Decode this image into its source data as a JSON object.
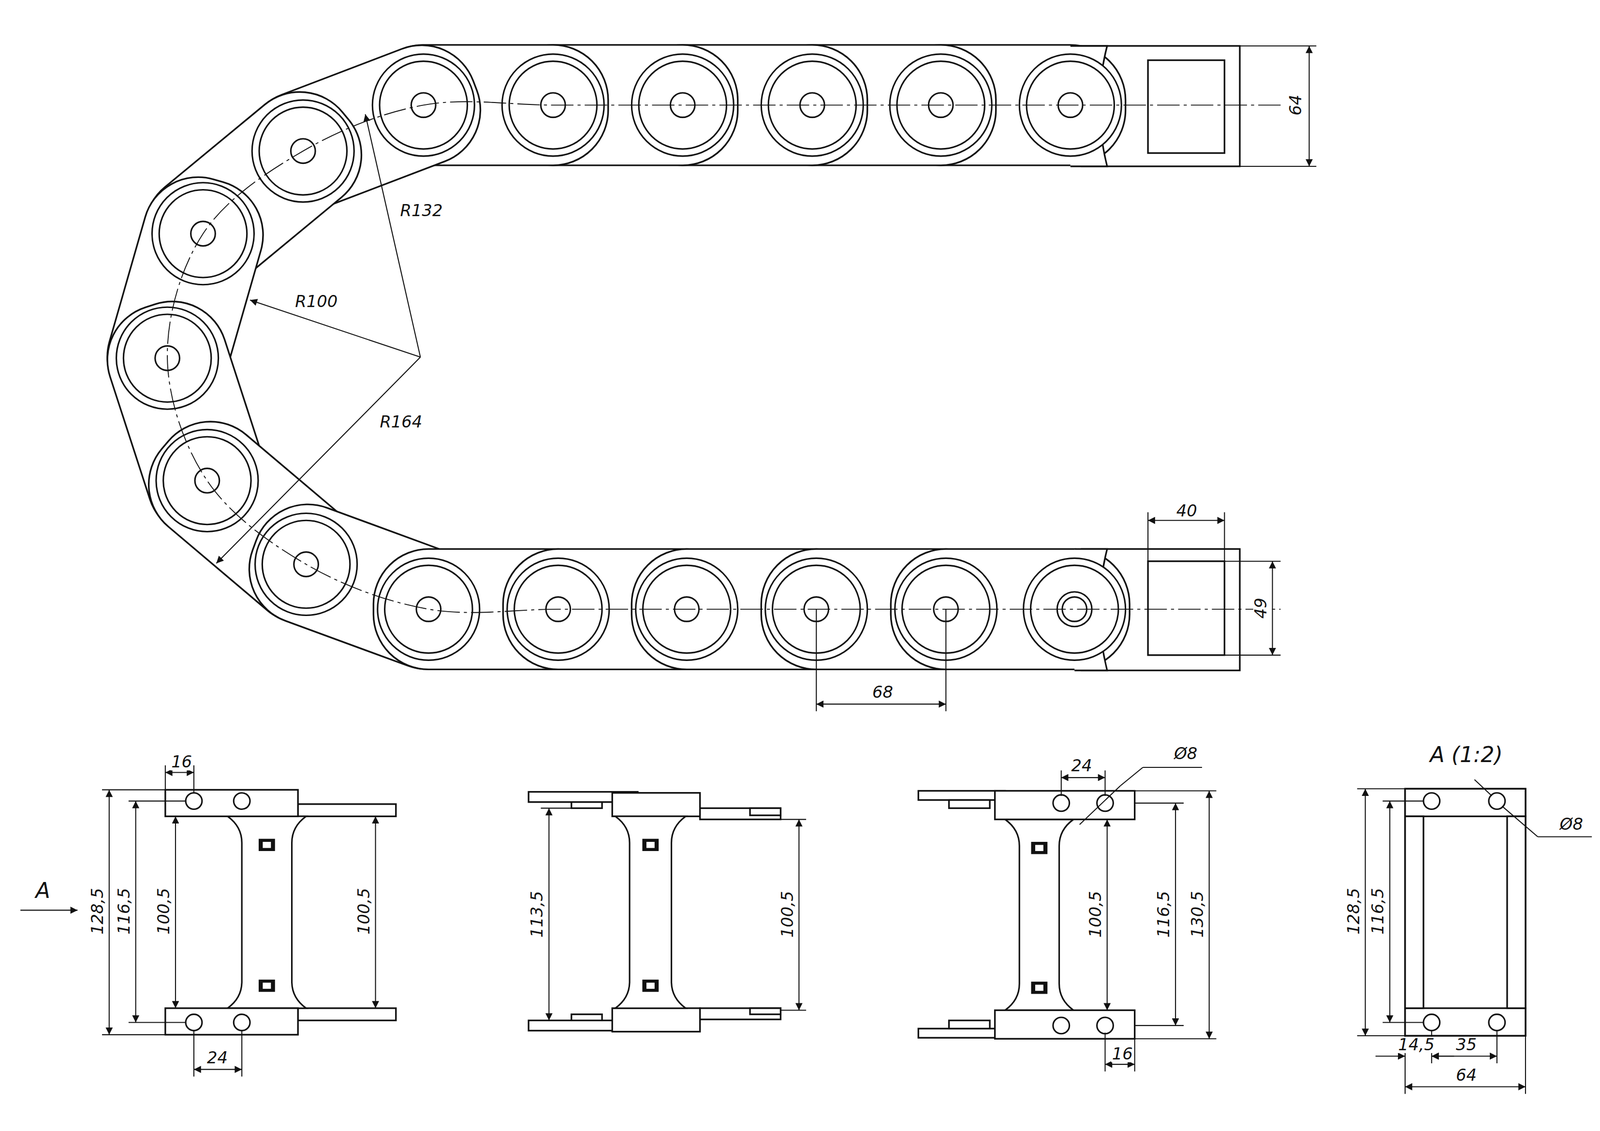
{
  "diagram": {
    "labels": [
      "64",
      "R132",
      "R100",
      "R164",
      "40",
      "49",
      "68",
      "16",
      "A",
      "128,5",
      "116,5",
      "100,5",
      "100,5",
      "24",
      "113,5",
      "100,5",
      "24",
      "Ø8",
      "100,5",
      "116,5",
      "130,5",
      "16",
      "A (1:2)",
      "128,5",
      "116,5",
      "Ø8",
      "14,5",
      "35",
      "64"
    ]
  }
}
